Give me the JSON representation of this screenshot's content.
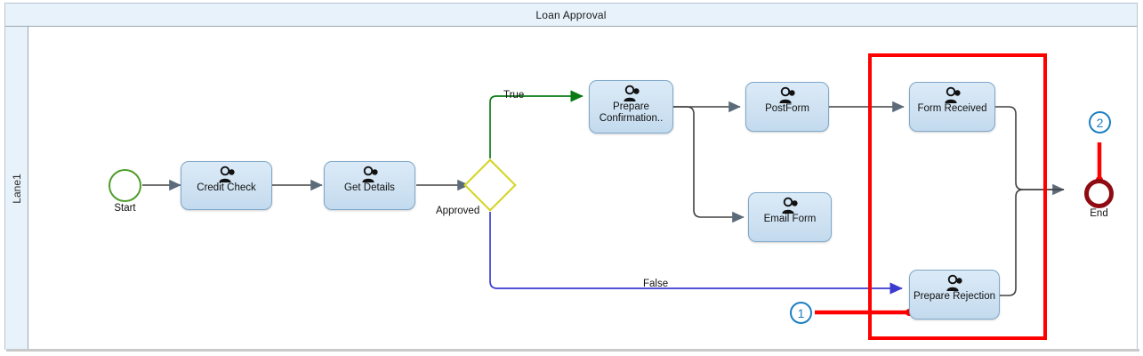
{
  "pool": {
    "title": "Loan Approval",
    "lane_label": "Lane1"
  },
  "colors": {
    "header_bg": "#e8f2fb",
    "task_fill": "#cfe2f2",
    "task_border": "#7fa8c9",
    "start_border": "#4f9d2a",
    "end_border": "#8f0b14",
    "gateway_border": "#d4d422",
    "true_flow": "#0a7a15",
    "false_flow": "#3b3bd0",
    "default_flow": "#404040",
    "highlight": "#fe0000",
    "callout": "#1b7fc4"
  },
  "events": [
    {
      "id": "start",
      "label": "Start",
      "type": "start-event"
    },
    {
      "id": "end",
      "label": "End",
      "type": "end-event"
    }
  ],
  "gateway": {
    "label": "Approved",
    "type": "exclusive-gateway"
  },
  "tasks": [
    {
      "id": "credit-check",
      "label": "Credit Check",
      "icon": "user-task-icon"
    },
    {
      "id": "get-details",
      "label": "Get Details",
      "icon": "user-task-icon"
    },
    {
      "id": "prepare-confirmation",
      "label": "Prepare Confirmation..",
      "icon": "user-task-icon"
    },
    {
      "id": "post-form",
      "label": "PostForm",
      "icon": "user-task-icon"
    },
    {
      "id": "email-form",
      "label": "Email Form",
      "icon": "user-task-icon"
    },
    {
      "id": "form-received",
      "label": "Form Received",
      "icon": "user-task-icon"
    },
    {
      "id": "prepare-rejection",
      "label": "Prepare Rejection",
      "icon": "user-task-icon"
    }
  ],
  "flow_labels": {
    "true": "True",
    "false": "False"
  },
  "callouts": [
    {
      "id": "callout-1",
      "label": "1",
      "target": "prepare-rejection"
    },
    {
      "id": "callout-2",
      "label": "2",
      "target": "end"
    }
  ]
}
